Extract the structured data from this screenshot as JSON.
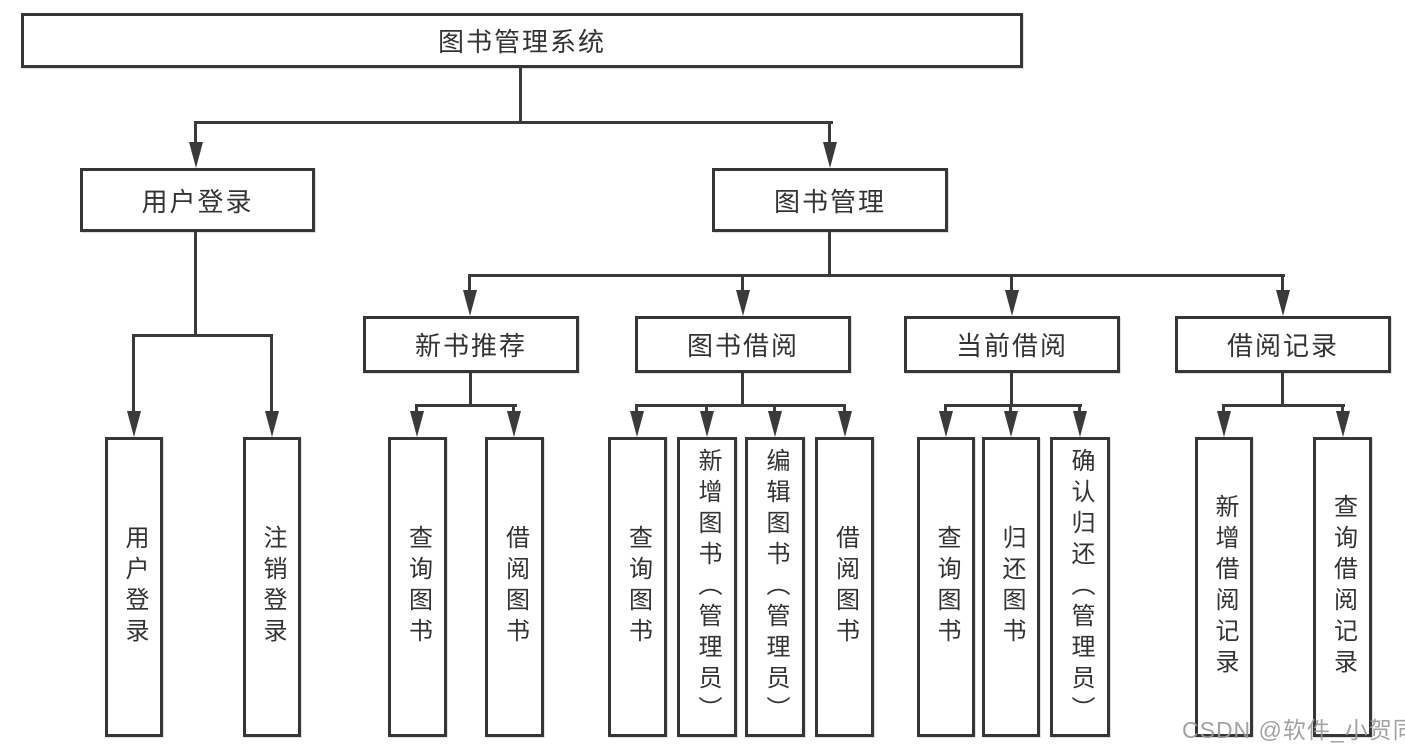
{
  "diagram_title": "图书管理系统",
  "nodes": {
    "root": "图书管理系统",
    "level2": [
      "用户登录",
      "图书管理"
    ],
    "level3": [
      "新书推荐",
      "图书借阅",
      "当前借阅",
      "借阅记录"
    ],
    "login_leaves": [
      "用户登录",
      "注销登录"
    ],
    "new_book_leaves": [
      "查询图书",
      "借阅图书"
    ],
    "borrow_leaves": [
      "查询图书",
      "新增图书（管理员）",
      "编辑图书（管理员）",
      "借阅图书"
    ],
    "current_leaves": [
      "查询图书",
      "归还图书",
      "确认归还（管理员）"
    ],
    "record_leaves": [
      "新增借阅记录",
      "查询借阅记录"
    ]
  },
  "watermark": "CSDN @软件_小贺同学",
  "colors": {
    "line": "#3a3a3a",
    "box_border": "#363636",
    "text": "#333333",
    "watermark": "#9a9a9a",
    "background": "#ffffff"
  }
}
